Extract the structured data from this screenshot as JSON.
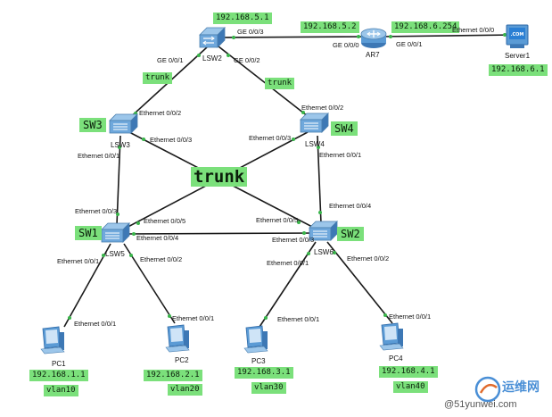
{
  "devices": {
    "lsw2": "LSW2",
    "ar7": "AR7",
    "server1": "Server1",
    "lsw3": "LSW3",
    "lsw4": "LSW4",
    "lsw5": "LSW5",
    "lsw6": "LSW6",
    "pc1": "PC1",
    "pc2": "PC2",
    "pc3": "PC3",
    "pc4": "PC4",
    "server_screen": ".COM"
  },
  "tags": {
    "lsw2_ip": "192.168.5.1",
    "ar7_left_ip": "192.168.5.2",
    "ar7_right_ip": "192.168.6.254",
    "server_ip": "192.168.6.1",
    "trunk_left": "trunk",
    "trunk_right": "trunk",
    "trunk_center": "trunk",
    "sw3": "SW3",
    "sw4": "SW4",
    "sw1": "SW1",
    "sw2": "SW2",
    "pc1_ip": "192.168.1.1",
    "pc2_ip": "192.168.2.1",
    "pc3_ip": "192.168.3.1",
    "pc4_ip": "192.168.4.1",
    "pc1_vlan": "vlan10",
    "pc2_vlan": "vlan20",
    "pc3_vlan": "vlan30",
    "pc4_vlan": "vlan40"
  },
  "ports": {
    "lsw2_ge003": "GE 0/0/3",
    "ar7_ge000": "GE 0/0/0",
    "ar7_ge001": "GE 0/0/1",
    "server_eth": "Ethernet 0/0/0",
    "lsw2_ge001": "GE 0/0/1",
    "lsw2_ge002": "GE 0/0/2",
    "lsw3_e002": "Ethernet 0/0/2",
    "lsw3_e003": "Ethernet 0/0/3",
    "lsw3_e001": "Ethernet 0/0/1",
    "lsw4_e002": "Ethernet 0/0/2",
    "lsw4_e003": "Ethernet 0/0/3",
    "lsw4_e001": "Ethernet 0/0/1",
    "lsw5_e003": "Ethernet 0/0/3",
    "lsw5_e005": "Ethernet 0/0/5",
    "lsw5_e004": "Ethernet 0/0/4",
    "lsw5_e001": "Ethernet 0/0/1",
    "lsw5_e002": "Ethernet 0/0/2",
    "lsw6_e004": "Ethernet 0/0/4",
    "lsw6_e005": "Ethernet 0/0/5",
    "lsw6_e003": "Ethernet 0/0/3",
    "lsw6_e001": "Ethernet 0/0/1",
    "lsw6_e002": "Ethernet 0/0/2",
    "pc1_e001": "Ethernet 0/0/1",
    "pc2_e001": "Ethernet 0/0/1",
    "pc3_e001": "Ethernet 0/0/1",
    "pc4_e001": "Ethernet 0/0/1"
  },
  "watermark": {
    "line1": "运维网",
    "line2": "@51yunwei.com"
  },
  "colors": {
    "tag_green": "#7be07b",
    "link": "#1a1a1a",
    "port_dot": "#39b54a",
    "device_blue": "#5b9bd5"
  }
}
